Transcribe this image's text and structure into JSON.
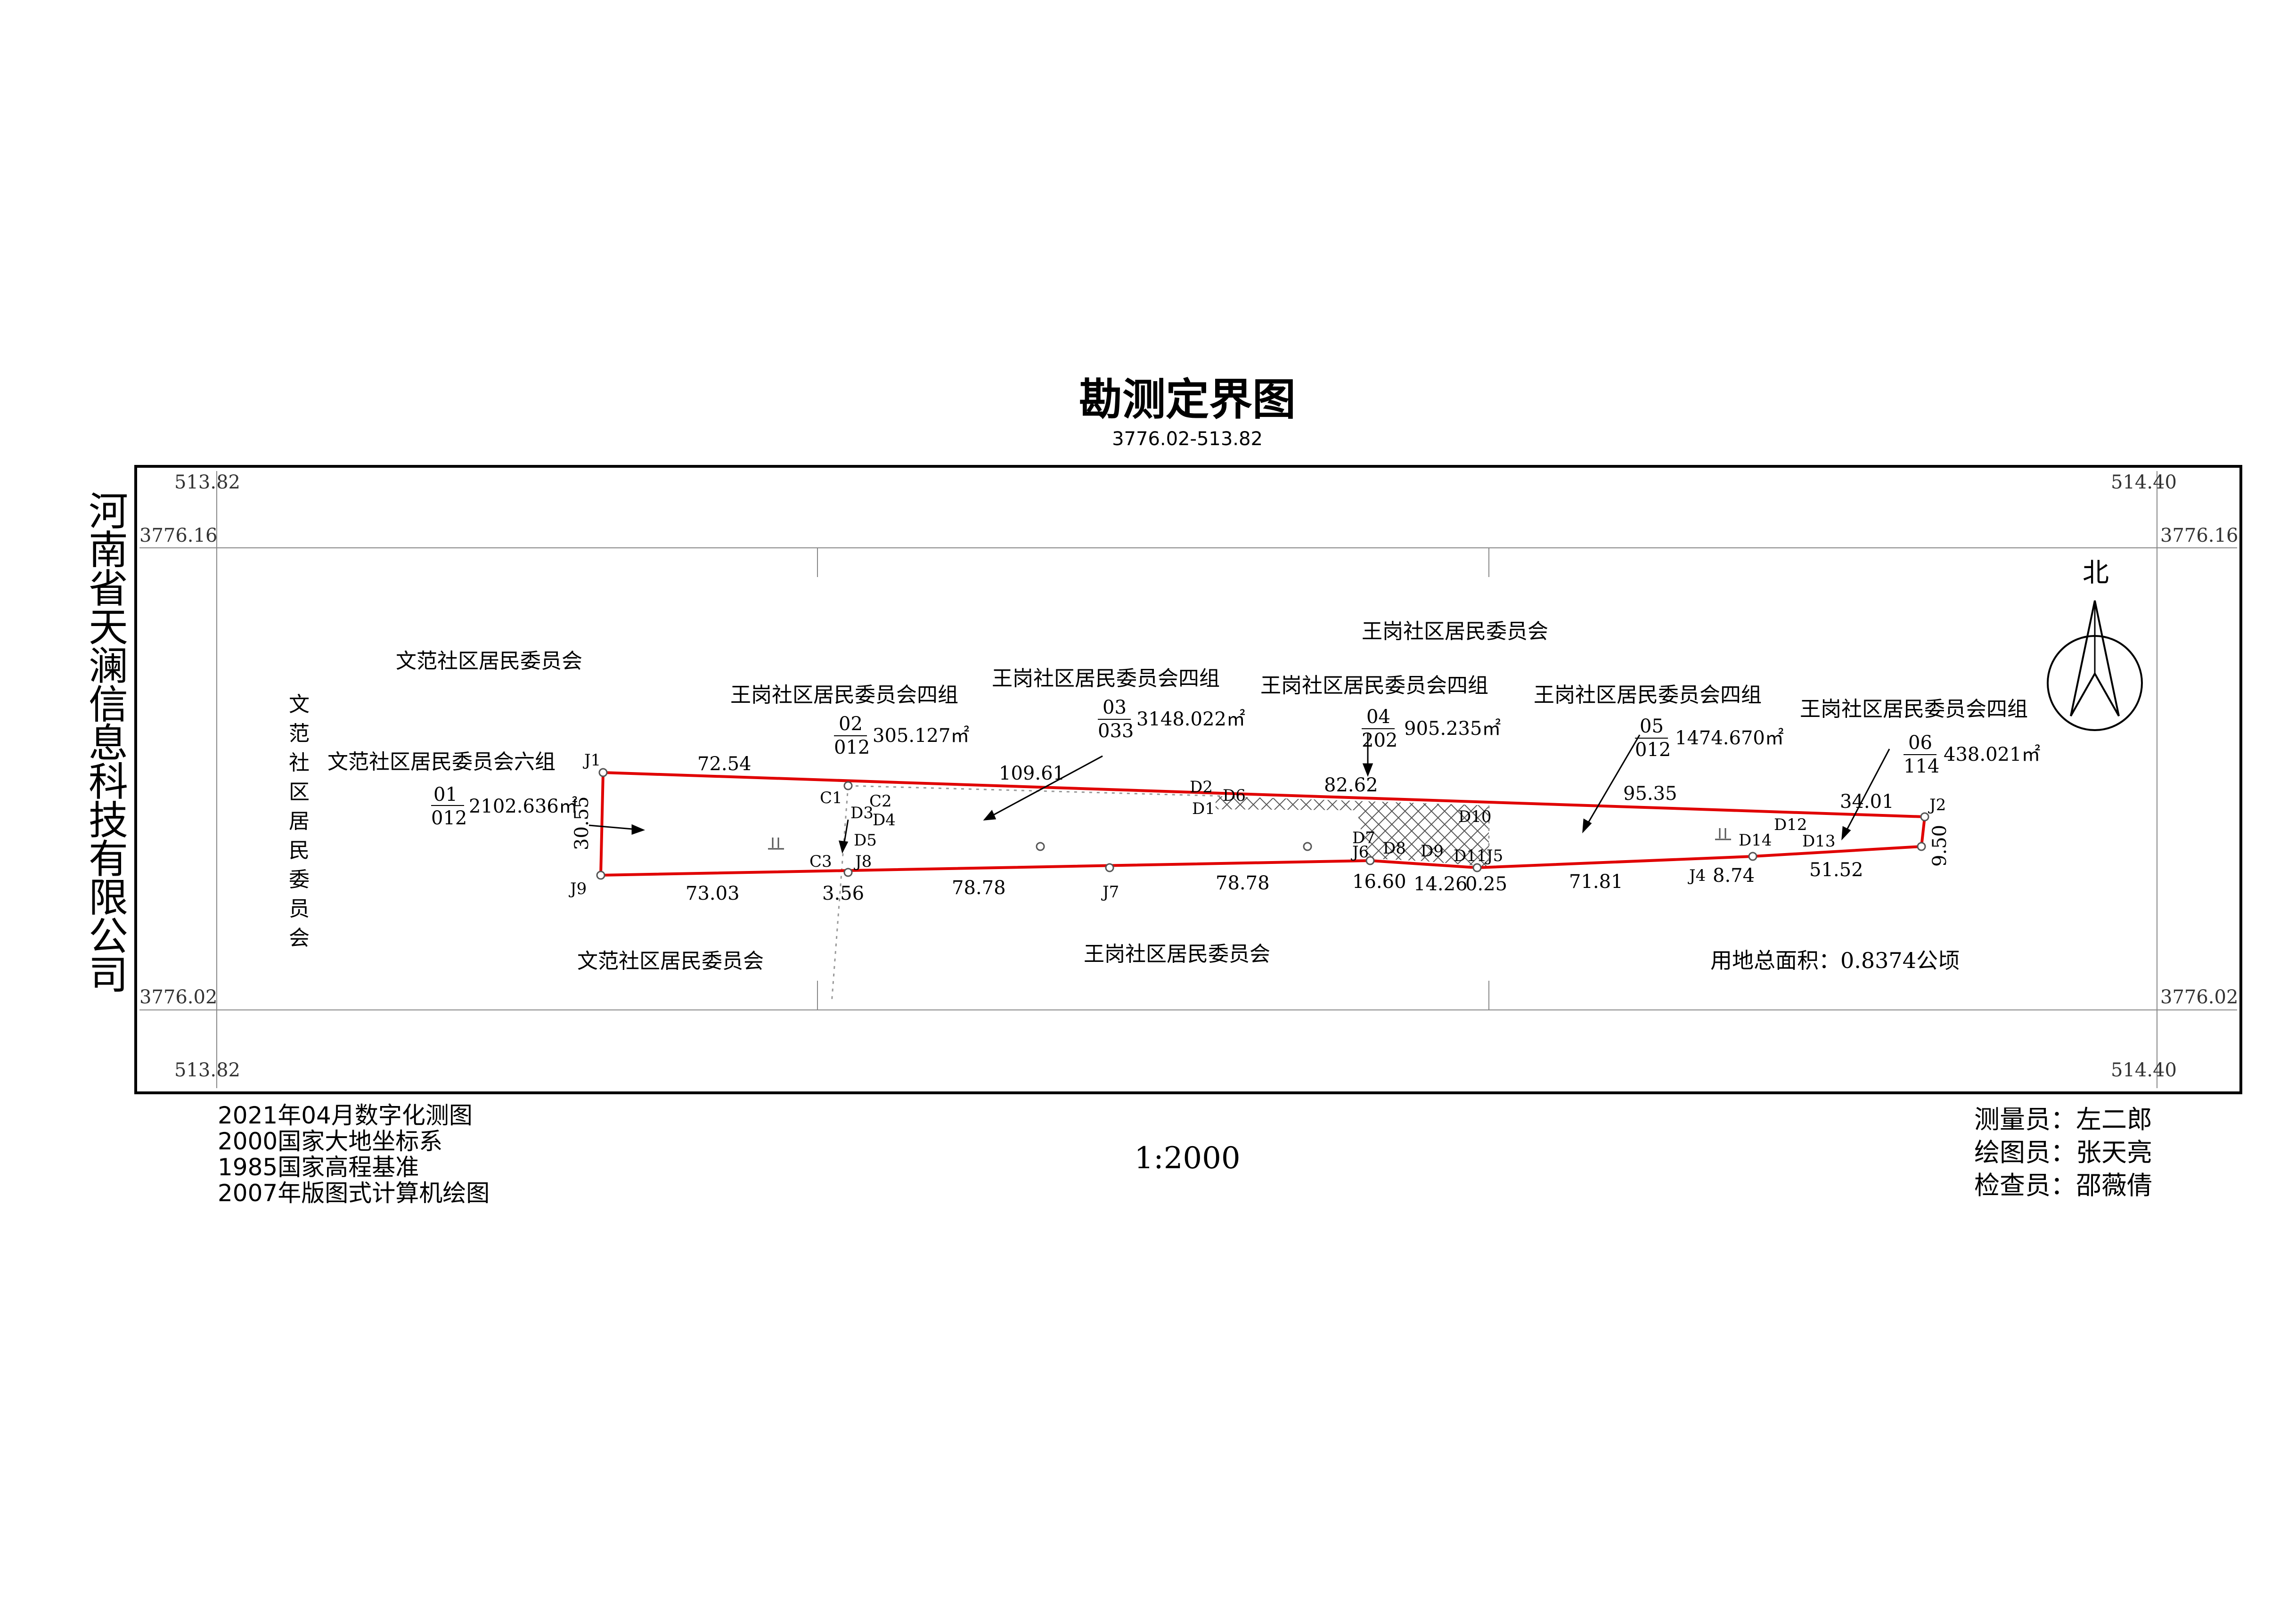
{
  "title": "勘测定界图",
  "sheet_number": "3776.02-513.82",
  "company_name": "河南省天澜信息科技有限公司",
  "grid_labels": {
    "top_left_x": "513.82",
    "top_right_x": "514.40",
    "bottom_left_x": "513.82",
    "bottom_right_x": "514.40",
    "left_top_y": "3776.16",
    "right_top_y": "3776.16",
    "left_bottom_y": "3776.02",
    "right_bottom_y": "3776.02"
  },
  "north_label": "北",
  "scale": "1:2000",
  "notes": [
    "2021年04月数字化测图",
    "2000国家大地坐标系",
    "1985国家高程基准",
    "2007年版图式计算机绘图"
  ],
  "staff": {
    "surveyor": "测量员：左二郎",
    "drafter": "绘图员：张天亮",
    "checker": "检查员：邵薇倩"
  },
  "neighbors": {
    "wenfan_top": "文范社区居民委员会",
    "wenfan_left_vertical": "文范社区居民委员会",
    "wenfan_bottom": "文范社区居民委员会",
    "wanggang_top": "王岗社区居民委员会",
    "wanggang_bottom": "王岗社区居民委员会",
    "group_six": "文范社区居民委员会六组",
    "group_four_a": "王岗社区居民委员会四组",
    "group_four_b": "王岗社区居民委员会四组",
    "group_four_c": "王岗社区居民委员会四组",
    "group_four_d": "王岗社区居民委员会四组",
    "group_four_e": "王岗社区居民委员会四组"
  },
  "parcels": [
    {
      "id": "01",
      "code": "012",
      "area": "2102.636㎡"
    },
    {
      "id": "02",
      "code": "012",
      "area": "305.127㎡"
    },
    {
      "id": "03",
      "code": "033",
      "area": "3148.022㎡"
    },
    {
      "id": "04",
      "code": "202",
      "area": "905.235㎡"
    },
    {
      "id": "05",
      "code": "012",
      "area": "1474.670㎡"
    },
    {
      "id": "06",
      "code": "114",
      "area": "438.021㎡"
    }
  ],
  "total_area": "用地总面积：0.8374公顷",
  "boundary_points": {
    "J1": "J1",
    "J2": "J2",
    "J4": "J4",
    "J5": "J5",
    "J6": "J6",
    "J7": "J7",
    "J8": "J8",
    "J9": "J9",
    "C1": "C1",
    "C2": "C2",
    "C3": "C3",
    "D1": "D1",
    "D2": "D2",
    "D3": "D3",
    "D4": "D4",
    "D5": "D5",
    "D6": "D6",
    "D7": "D7",
    "D8": "D8",
    "D9": "D9",
    "D10": "D10",
    "D11": "D11",
    "D12": "D12",
    "D13": "D13",
    "D14": "D14"
  },
  "edge_lengths": {
    "top_1": "72.54",
    "top_2": "109.61",
    "top_3": "82.62",
    "top_4": "95.35",
    "top_5": "34.01",
    "right": "9.50",
    "bottom_1": "73.03",
    "bottom_2": "3.56",
    "bottom_3": "78.78",
    "bottom_4": "78.78",
    "bottom_5": "16.60",
    "bottom_6": "14.26",
    "bottom_7": "0.25",
    "bottom_8": "71.81",
    "bottom_9": "8.74",
    "bottom_10": "51.52",
    "left": "30.55"
  },
  "colors": {
    "boundary": "#e00000",
    "frame": "#000000",
    "grid": "#888888"
  }
}
